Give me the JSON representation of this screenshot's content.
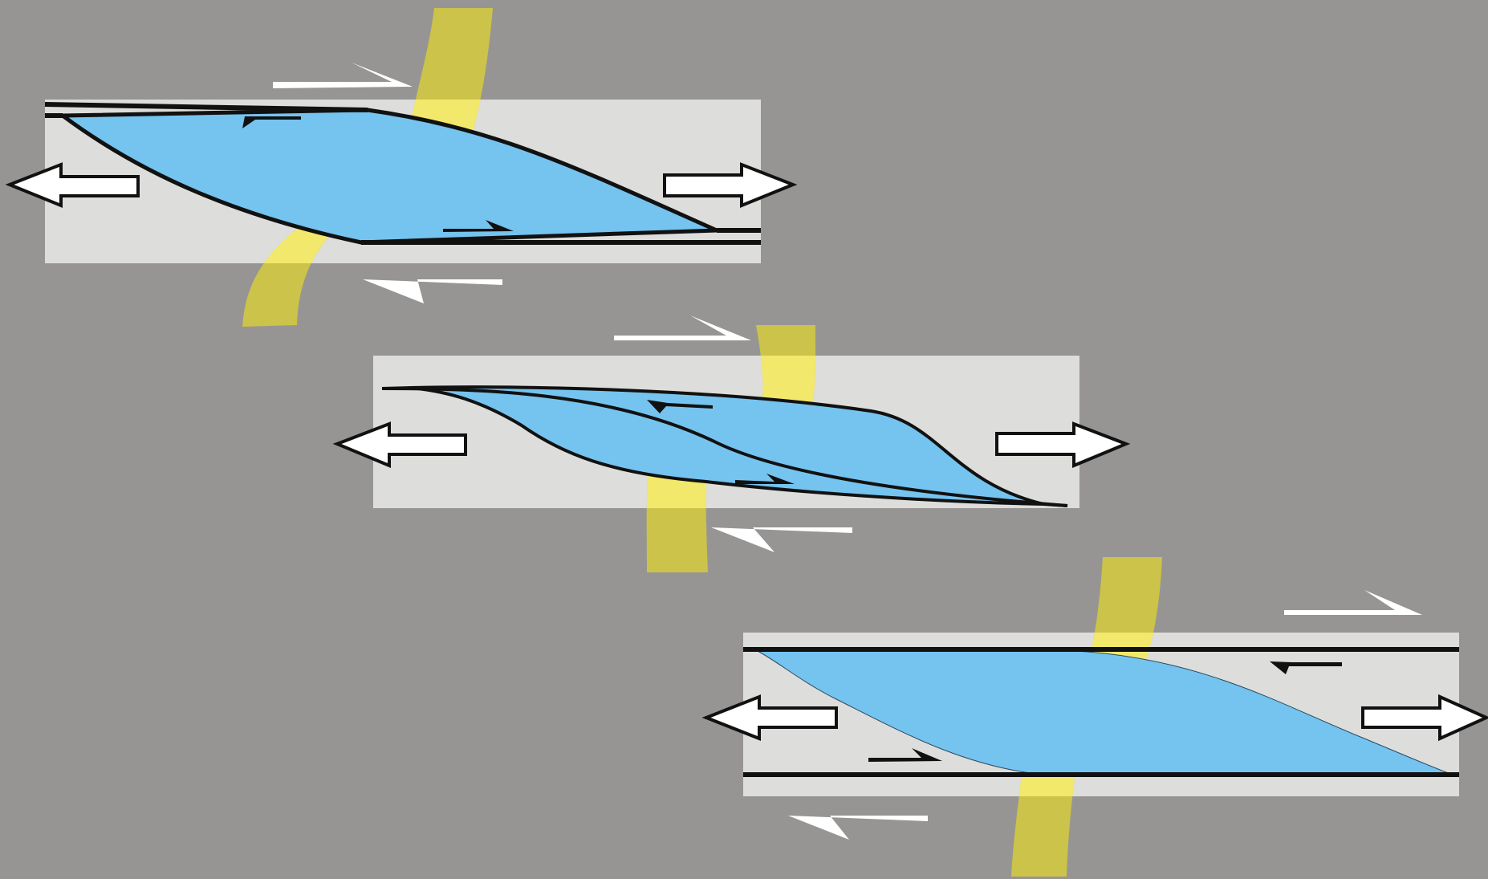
{
  "diagram": {
    "kind": "strike-slip pull-apart basin evolution",
    "labels": [],
    "colors": {
      "background": "#979593",
      "panel": "#DDDDDB",
      "basin_fill": "#75C3EF",
      "marker_band": "#F2E86B",
      "marker_band_outside": "#CCC34A",
      "fault_line": "#1A1A1A",
      "arrow_fill": "#FFFFFF",
      "arrow_outline": "#111111"
    },
    "panels": [
      {
        "id": "stage-1",
        "shear": "right-lateral",
        "extension": "horizontal"
      },
      {
        "id": "stage-2",
        "shear": "right-lateral",
        "extension": "horizontal"
      },
      {
        "id": "stage-3",
        "shear": "right-lateral",
        "extension": "horizontal"
      }
    ],
    "icons": [
      "extension-arrow-left",
      "extension-arrow-right",
      "shear-half-arrow"
    ]
  }
}
